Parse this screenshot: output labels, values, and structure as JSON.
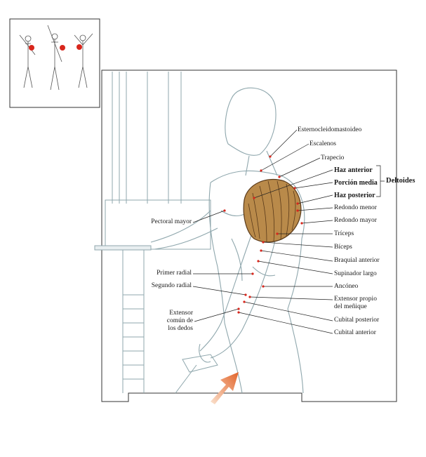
{
  "muscles_right": [
    {
      "id": "esternocleidomastoideo",
      "text": "Esternocleidomastoideo",
      "bold": false
    },
    {
      "id": "escalenos",
      "text": "Escalenos",
      "bold": false
    },
    {
      "id": "trapecio",
      "text": "Trapecio",
      "bold": false
    },
    {
      "id": "haz-anterior",
      "text": "Haz anterior",
      "bold": true
    },
    {
      "id": "porcion-media",
      "text": "Porción media",
      "bold": true
    },
    {
      "id": "haz-posterior",
      "text": "Haz posterior",
      "bold": true
    },
    {
      "id": "redondo-menor",
      "text": "Redondo menor",
      "bold": false
    },
    {
      "id": "redondo-mayor",
      "text": "Redondo mayor",
      "bold": false
    },
    {
      "id": "triceps",
      "text": "Tríceps",
      "bold": false
    },
    {
      "id": "biceps",
      "text": "Bíceps",
      "bold": false
    },
    {
      "id": "braquial-anterior",
      "text": "Braquial anterior",
      "bold": false
    },
    {
      "id": "supinador-largo",
      "text": "Supinador largo",
      "bold": false
    },
    {
      "id": "anconeo",
      "text": "Ancóneo",
      "bold": false
    },
    {
      "id": "extensor-propio-1",
      "text": "Extensor propio",
      "bold": false
    },
    {
      "id": "extensor-propio-2",
      "text": "del meñique",
      "bold": false
    },
    {
      "id": "cubital-posterior",
      "text": "Cubital posterior",
      "bold": false
    },
    {
      "id": "cubital-anterior",
      "text": "Cubital anterior",
      "bold": false
    }
  ],
  "muscles_left": [
    {
      "id": "pectoral-mayor",
      "text": "Pectoral mayor"
    },
    {
      "id": "primer-radial",
      "text": "Primer radial"
    },
    {
      "id": "segundo-radial",
      "text": "Segundo radial"
    },
    {
      "id": "extensor-comun-1",
      "text": "Extensor"
    },
    {
      "id": "extensor-comun-2",
      "text": "común de"
    },
    {
      "id": "extensor-comun-3",
      "text": "los dedos"
    }
  ],
  "group_label": "Deltoides",
  "colors": {
    "deltoid_fill": "#b98a4a",
    "deltoid_stroke": "#5a3a1a",
    "highlight_red": "#d8261c",
    "arrow": "#e2642a",
    "line": "#222222",
    "sketch": "#8fa7ad"
  }
}
